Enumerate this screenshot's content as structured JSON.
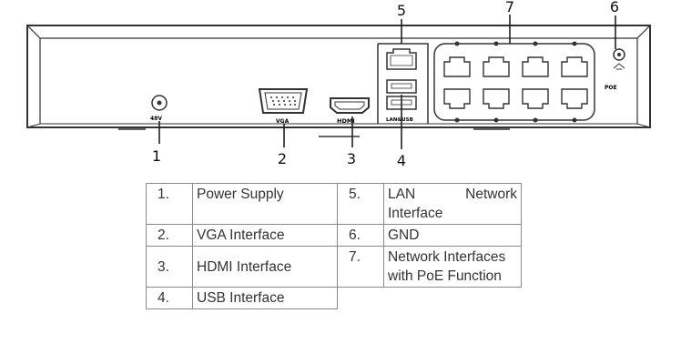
{
  "callouts": [
    {
      "n": "1",
      "label": "Power Supply"
    },
    {
      "n": "2",
      "label": "VGA Interface"
    },
    {
      "n": "3",
      "label": "HDMI Interface"
    },
    {
      "n": "4",
      "label": "USB Interface"
    },
    {
      "n": "5",
      "label": "LAN Network Interface"
    },
    {
      "n": "6",
      "label": "GND"
    },
    {
      "n": "7",
      "label": "Network Interfaces with PoE Function"
    }
  ],
  "panel_labels": {
    "dc": "48V",
    "vga": "VGA",
    "hdmi": "HDMI",
    "lanusb": "LAN&USB",
    "poe": "POE"
  },
  "legend": {
    "r1": {
      "n1": "1.",
      "l1": "Power Supply",
      "n2": "5.",
      "l2": "LAN Network Interface"
    },
    "r2": {
      "n1": "2.",
      "l1": "VGA Interface",
      "n2": "6.",
      "l2": "GND"
    },
    "r3": {
      "n1": "3.",
      "l1": "HDMI Interface",
      "n2": "7.",
      "l2": "Network Interfaces with PoE Function"
    },
    "r4": {
      "n1": "4.",
      "l1": "USB Interface"
    }
  }
}
